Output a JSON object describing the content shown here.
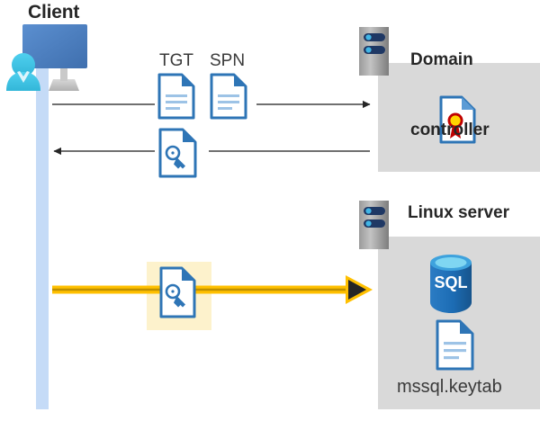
{
  "diagram": {
    "title_hidden": "",
    "type": "sequence-flow",
    "colors": {
      "panel_gray": "#d9d9d9",
      "server_gray_light": "#b3b3b3",
      "server_gray_dark": "#808080",
      "server_bar_navy": "#1f3864",
      "server_dot_blue": "#41b6e6",
      "lifeline_blue": "#c5dbf7",
      "doc_border_blue": "#2e75b6",
      "doc_line_blue": "#9dc3e6",
      "monitor_blue": "#4f81bd",
      "person_blue": "#41c7e8",
      "highlight_yellow": "#fdf2cc",
      "arrow_yellow": "#ffc000",
      "arrow_gold": "#bf9000",
      "arrow_black": "#262626",
      "sql_blue": "#1f6fb5",
      "seal_red": "#c00000",
      "seal_yellow": "#ffd400",
      "text_dark": "#262626"
    },
    "actors": [
      {
        "id": "client",
        "label": "Client",
        "icon": "client-workstation-icon"
      },
      {
        "id": "domain-controller",
        "label": "Domain\ncontroller",
        "label_line1": "Domain",
        "label_line2": "controller",
        "icon": "server-icon"
      },
      {
        "id": "linux-server",
        "label": "Linux server",
        "icon": "server-icon"
      }
    ],
    "messages": [
      {
        "id": "msg-tgt-spn",
        "from": "client",
        "to": "domain-controller",
        "direction": "right",
        "style": "thin-black",
        "labels": [
          "TGT",
          "SPN"
        ],
        "icons": [
          "document-icon",
          "document-icon"
        ]
      },
      {
        "id": "msg-ticket",
        "from": "domain-controller",
        "to": "client",
        "direction": "left",
        "style": "thin-black",
        "labels": [],
        "icons": [
          "key-document-icon"
        ]
      },
      {
        "id": "msg-service-ticket",
        "from": "client",
        "to": "linux-server",
        "direction": "right",
        "style": "thick-yellow",
        "highlighted": true,
        "labels": [],
        "icons": [
          "key-document-icon"
        ]
      }
    ],
    "labels": {
      "tgt": "TGT",
      "spn": "SPN",
      "client": "Client",
      "domain_controller_line1": "Domain",
      "domain_controller_line2": "controller",
      "linux_server": "Linux server",
      "keytab_file": "mssql.keytab"
    },
    "panels": [
      {
        "id": "domain-controller-panel",
        "owner": "domain-controller",
        "contents": [
          {
            "icon": "certificate-document-icon",
            "caption": ""
          }
        ]
      },
      {
        "id": "linux-server-panel",
        "owner": "linux-server",
        "contents": [
          {
            "icon": "sql-database-icon",
            "caption": "SQL"
          },
          {
            "icon": "document-icon",
            "caption": "mssql.keytab"
          }
        ]
      }
    ],
    "icon_text": {
      "sql": "SQL"
    }
  }
}
